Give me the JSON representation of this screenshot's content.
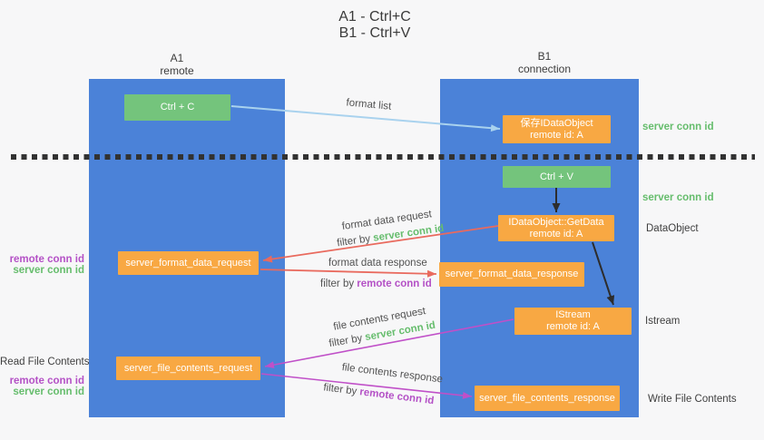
{
  "title": {
    "line1": "A1 - Ctrl+C",
    "line2": "B1 - Ctrl+V"
  },
  "lanes": {
    "left": {
      "name": "A1",
      "role": "remote"
    },
    "right": {
      "name": "B1",
      "role": "connection"
    }
  },
  "nodes": {
    "ctrl_c": "Ctrl + C",
    "ctrl_v": "Ctrl + V",
    "save_idataobject": {
      "line1": "保存IDataObject",
      "line2": "remote id: A"
    },
    "getdata": {
      "line1": "IDataObject::GetData",
      "line2": "remote id: A"
    },
    "istream": {
      "line1": "IStream",
      "line2": "remote id: A"
    },
    "format_request": "server_format_data_request",
    "format_response": "server_format_data_response",
    "file_request": "server_file_contents_request",
    "file_response": "server_file_contents_response"
  },
  "edge_labels": {
    "format_list": "format list",
    "format_data_request": "format data request",
    "format_data_response": "format data response",
    "file_contents_request": "file contents request",
    "file_contents_response": "file contents response",
    "filter_by": "filter by ",
    "server_conn_id": "server conn id",
    "remote_conn_id": "remote conn id"
  },
  "annotations": {
    "right_server_conn_id_top": "server conn id",
    "right_server_conn_id_mid": "server conn id",
    "right_dataobject": "DataObject",
    "right_istream": "Istream",
    "right_write_file": "Write File Contents",
    "left_remote_conn_id_top": "remote conn id",
    "left_server_conn_id_top": "server conn id",
    "left_read_file": "Read File Contents",
    "left_remote_conn_id_bottom": "remote conn id",
    "left_server_conn_id_bottom": "server conn id"
  },
  "colors": {
    "lane_blue": "#4B82D8",
    "node_green": "#74C47C",
    "node_orange": "#F8A843",
    "arrow_blue": "#A9D2EE",
    "arrow_red": "#E96A5E",
    "arrow_magenta": "#C050C8",
    "arrow_black": "#2D2D2D",
    "text_green": "#66BD6D",
    "text_purple": "#B451C6"
  }
}
